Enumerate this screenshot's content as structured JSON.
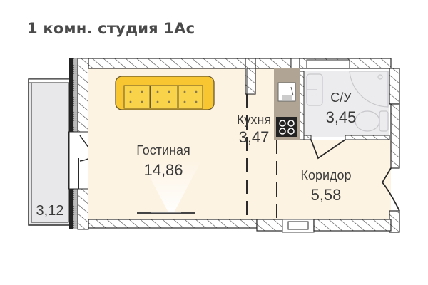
{
  "title": "1 комн. студия 1Ас",
  "colors": {
    "room_fill": "#fdf3e2",
    "bath_fill": "#ececee",
    "balcony_fill": "#e8e8ea",
    "wall_stroke": "#2a2a2a",
    "sofa_fill": "#f7c631",
    "kitchen_counter": "#b0a595",
    "text": "#3a3a3a"
  },
  "rooms": {
    "living": {
      "name": "Гостиная",
      "area": "14,86"
    },
    "kitchen": {
      "name": "Кухня",
      "area": "3,47"
    },
    "bathroom": {
      "name": "С/У",
      "area": "3,45"
    },
    "corridor": {
      "name": "Коридор",
      "area": "5,58"
    },
    "balcony": {
      "area": "3,12"
    }
  },
  "icons": {
    "sofa": "sofa-icon",
    "stove": "stove-icon",
    "sink": "sink-icon",
    "bathtub": "bathtub-icon",
    "toilet": "toilet-icon",
    "tv": "tv-icon"
  }
}
